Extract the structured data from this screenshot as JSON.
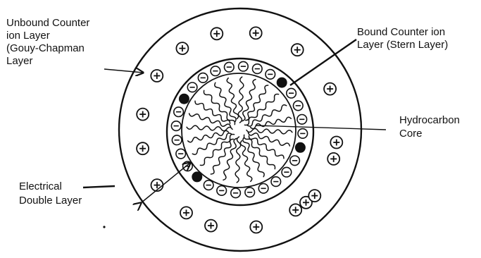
{
  "labels": {
    "unbound_1": "Unbound Counter",
    "unbound_2": "ion Layer",
    "unbound_3": "(Gouy-Chapman",
    "unbound_4": "Layer",
    "bound_1": "Bound Counter ion",
    "bound_2": "Layer (Stern Layer)",
    "core_1": "Hydrocarbon",
    "core_2": "Core",
    "edl_1": "Electrical",
    "edl_2": "Double Layer"
  },
  "colors": {
    "ink": "#111111",
    "paper": "#ffffff"
  },
  "icons": {
    "positive_ion": "circled-plus",
    "negative_headgroup": "circled-minus",
    "bound_counter_ion": "filled-circle"
  }
}
